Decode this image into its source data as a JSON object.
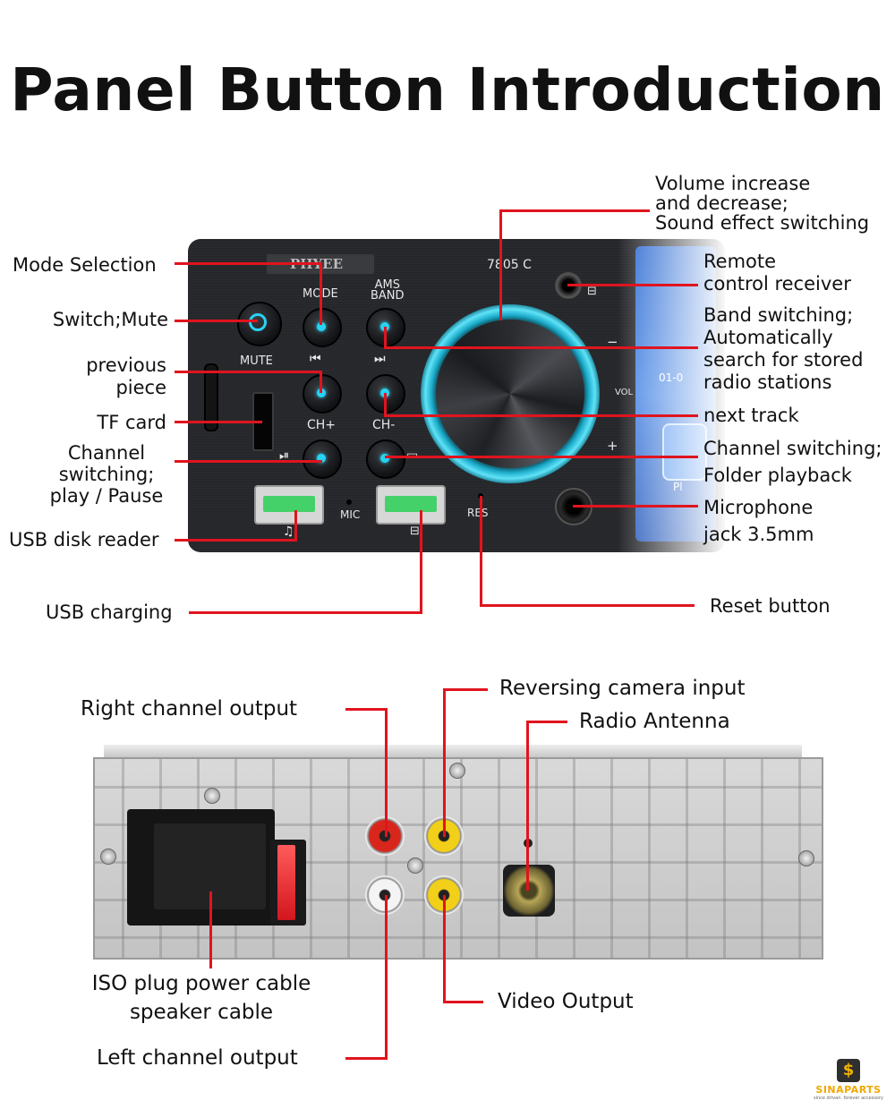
{
  "title": "Panel Button Introduction",
  "front_device": {
    "brand": "PHYEE",
    "model": "7805 C",
    "mode_label": "MODE",
    "ams_label_1": "AMS",
    "ams_label_2": "BAND",
    "mute_label": "MUTE",
    "ch_plus": "CH+",
    "ch_minus": "CH-",
    "mic_label": "MIC",
    "res_label": "RES",
    "vol_label": "VOL",
    "vol_minus": "−",
    "vol_plus": "+",
    "prev_glyph": "⏮",
    "next_glyph": "⏭",
    "playpause_glyph": "⏯",
    "screen_date": "01-0",
    "screen_text": "Pl"
  },
  "front_labels": {
    "volume": [
      "Volume increase",
      "and decrease;",
      "Sound effect switching"
    ],
    "mode": "Mode Selection",
    "remote": [
      "Remote",
      "control receiver"
    ],
    "switch_mute": "Switch;Mute",
    "band": [
      "Band switching;",
      "Automatically",
      "search for stored",
      "radio stations"
    ],
    "previous": [
      "previous",
      "piece"
    ],
    "tf_card": "TF card",
    "next_track": "next track",
    "channel_play": [
      "Channel",
      "switching;",
      "play / Pause"
    ],
    "channel_folder": [
      "Channel switching;",
      "Folder playback"
    ],
    "microphone": [
      "Microphone",
      "jack 3.5mm"
    ],
    "usb_disk": "USB disk reader",
    "usb_charging": "USB charging",
    "reset": "Reset button"
  },
  "rear_labels": {
    "right_channel": "Right channel output",
    "reversing": "Reversing camera input",
    "antenna": "Radio Antenna",
    "iso": [
      "ISO plug power cable",
      "speaker cable"
    ],
    "video": "Video Output",
    "left_channel": "Left channel output"
  },
  "logo": {
    "name": "SINAPARTS",
    "tagline": "since drivan. forever accessory"
  },
  "colors": {
    "leader": "#e0141e",
    "accent_cyan": "#27d3f3",
    "rca_red": "#d8261c",
    "rca_yellow": "#f2cf18",
    "rca_white": "#f4f4f4"
  }
}
